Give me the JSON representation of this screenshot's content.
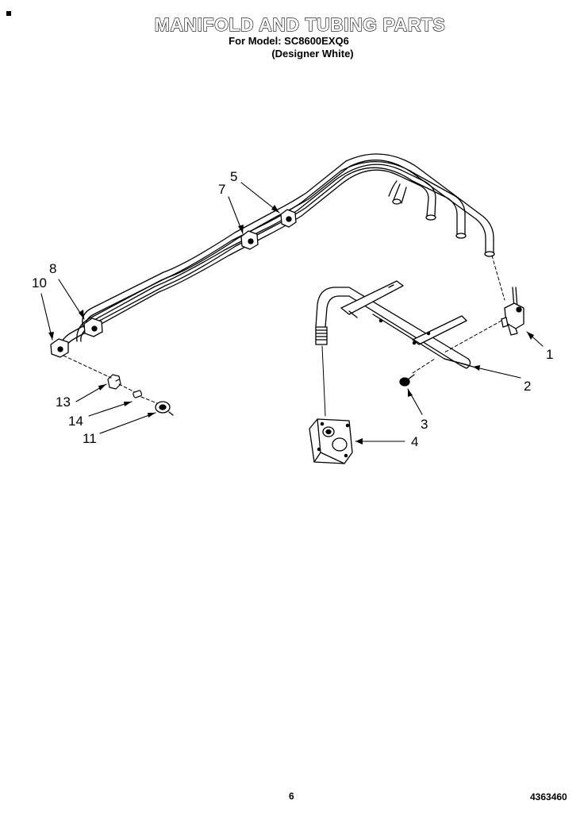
{
  "header": {
    "title": "MANIFOLD AND TUBING PARTS",
    "model_line": "For Model: SC8600EXQ6",
    "variant_line": "(Designer White)"
  },
  "callouts": {
    "c1": "1",
    "c2": "2",
    "c3": "3",
    "c4": "4",
    "c5": "5",
    "c7": "7",
    "c8": "8",
    "c10": "10",
    "c11": "11",
    "c13": "13",
    "c14": "14"
  },
  "footer": {
    "page_number": "6",
    "doc_number": "4363460"
  }
}
